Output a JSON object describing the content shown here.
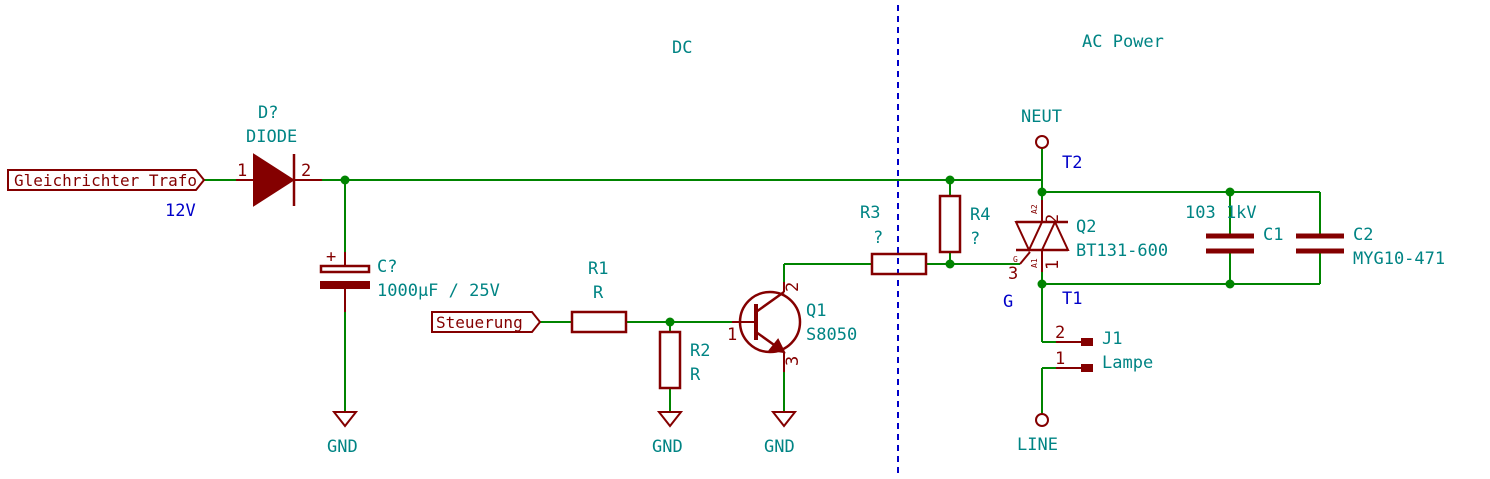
{
  "sections": {
    "dc": "DC",
    "ac": "AC Power"
  },
  "ports": {
    "gleichrichter": "Gleichrichter_Trafo",
    "steuerung": "Steuerung"
  },
  "net_labels": {
    "v12": "12V",
    "t2": "T2",
    "t1": "T1",
    "g": "G"
  },
  "power": {
    "gnd": "GND",
    "neut": "NEUT",
    "line": "LINE"
  },
  "diode": {
    "ref": "D?",
    "value": "DIODE",
    "pin1": "1",
    "pin2": "2"
  },
  "cap_main": {
    "ref": "C?",
    "value": "1000µF / 25V",
    "plus": "+"
  },
  "r1": {
    "ref": "R1",
    "value": "R"
  },
  "r2": {
    "ref": "R2",
    "value": "R"
  },
  "r3": {
    "ref": "R3",
    "value": "?"
  },
  "r4": {
    "ref": "R4",
    "value": "?"
  },
  "q1": {
    "ref": "Q1",
    "value": "S8050",
    "pin1": "1",
    "pin2": "2",
    "pin3": "3"
  },
  "q2": {
    "ref": "Q2",
    "value": "BT131-600",
    "pin1": "1",
    "pin2": "2",
    "pin3": "3",
    "a2": "A2",
    "a1": "A1",
    "gpin": "G"
  },
  "c1": {
    "ref": "C1",
    "value": "103 1kV"
  },
  "c2": {
    "ref": "C2",
    "value": "MYG10-471"
  },
  "j1": {
    "ref": "J1",
    "value": "Lampe",
    "pin1": "1",
    "pin2": "2"
  }
}
